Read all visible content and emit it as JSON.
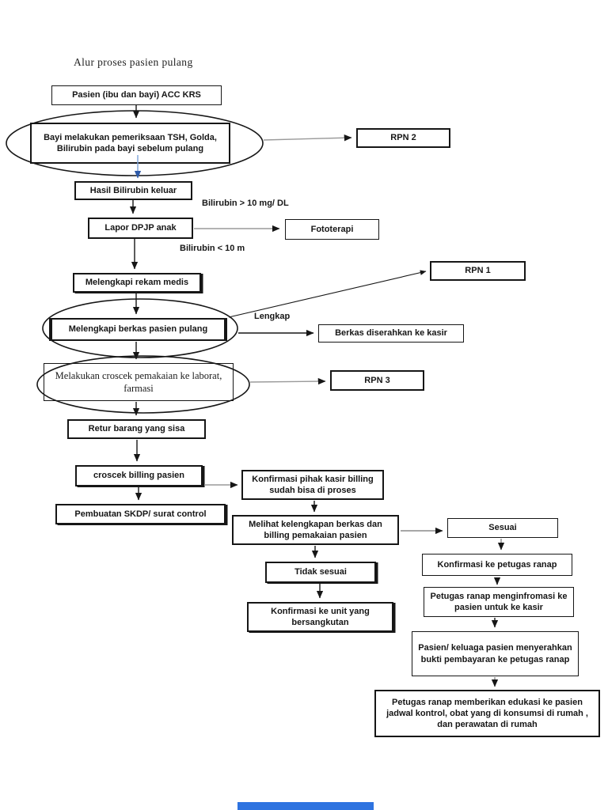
{
  "title": "Alur proses pasien pulang",
  "nodes": {
    "acc_krs": "Pasien (ibu dan bayi) ACC KRS",
    "pemeriksaan": "Bayi melakukan pemeriksaan TSH, Golda, Bilirubin pada bayi sebelum pulang",
    "rpn2": "RPN 2",
    "hasil_bilirubin": "Hasil Bilirubin keluar",
    "lapor_dpjp": "Lapor DPJP anak",
    "fototerapi": "Fototerapi",
    "rekam_medis": "Melengkapi rekam medis",
    "rpn1": "RPN 1",
    "berkas_pulang": "Melengkapi berkas pasien pulang",
    "berkas_kasir": "Berkas diserahkan ke kasir",
    "croscek_pemakaian": "Melakukan croscek pemakaian ke laborat, farmasi",
    "rpn3": "RPN 3",
    "retur": "Retur barang yang sisa",
    "croscek_billing": "croscek billing  pasien",
    "skdp": "Pembuatan SKDP/ surat control",
    "konfirmasi_kasir": "Konfirmasi pihak kasir billing sudah bisa di proses",
    "melihat_kelengkapan": "Melihat kelengkapan berkas dan billing pemakaian pasien",
    "sesuai": "Sesuai",
    "tidak_sesuai": "Tidak sesuai",
    "konfirmasi_unit": "Konfirmasi ke unit yang bersangkutan",
    "konfirmasi_ranap": "Konfirmasi ke petugas ranap",
    "menginformasi": "Petugas ranap menginfromasi ke pasien untuk ke kasir",
    "bukti_pembayaran": "Pasien/ keluaga pasien menyerahkan bukti pembayaran ke petugas ranap",
    "edukasi": "Petugas ranap memberikan edukasi ke pasien jadwal kontrol, obat yang di konsumsi di rumah , dan perawatan di rumah"
  },
  "labels": {
    "bilirubin_tinggi": "Bilirubin > 10 mg/ DL",
    "bilirubin_rendah": "Bilirubin < 10 m",
    "lengkap": "Lengkap"
  },
  "colors": {
    "box_border": "#161616",
    "gray_connector": "#9a9a9a",
    "blue_arrow_line": "#7ba2d8",
    "blue_arrow_head": "#2e5aa8",
    "page_break_bar": "#2e73e0"
  }
}
